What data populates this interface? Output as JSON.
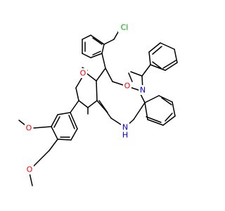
{
  "colors": {
    "bond": "#000000",
    "carbon": "#000000",
    "oxygen": "#ff0000",
    "nitrogen": "#0000ff",
    "chlorine": "#00a000"
  },
  "atoms": {
    "cl": "Cl",
    "o_ketone": "O",
    "o_benzoyl": "O",
    "n_amide": "N",
    "n_amine": "N",
    "h_amine": "H",
    "o_methoxy_top": "O",
    "o_methoxy_bottom": "O"
  }
}
